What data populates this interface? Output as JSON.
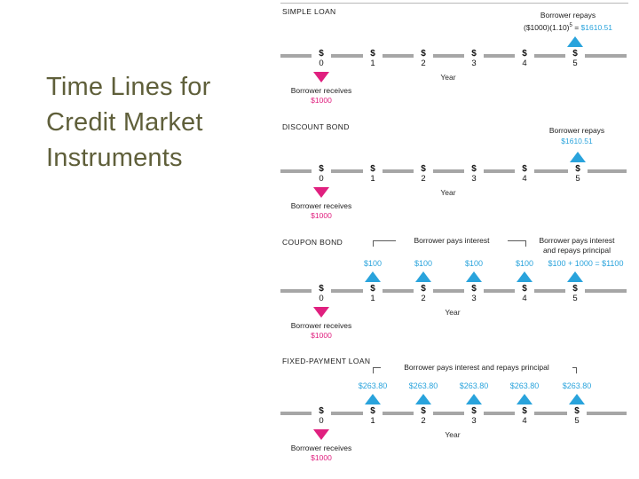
{
  "slide": {
    "title": "Time Lines for\nCredit Market\nInstruments"
  },
  "colors": {
    "title_text": "#5f5f3a",
    "inflow_pink": "#e0207f",
    "outflow_blue": "#29a3dc",
    "axis_gray": "#a6a6a6"
  },
  "figure": {
    "axis_labels": {
      "dollar": "$",
      "years": [
        "0",
        "1",
        "2",
        "3",
        "4",
        "5"
      ],
      "axis_caption": "Year"
    },
    "panels": [
      {
        "id": "simple-loan",
        "title": "SIMPLE LOAN",
        "receives_label": "Borrower receives",
        "receives_amount": "$1000",
        "repay_label": "Borrower repays",
        "repay_formula_prefix": "($1000)(1.10)",
        "repay_formula_exponent": "5",
        "repay_formula_equals": " = ",
        "repay_amount": "$1610.51"
      },
      {
        "id": "discount-bond",
        "title": "DISCOUNT BOND",
        "receives_label": "Borrower receives",
        "receives_amount": "$1000",
        "repay_label": "Borrower repays",
        "repay_amount": "$1610.51"
      },
      {
        "id": "coupon-bond",
        "title": "COUPON BOND",
        "receives_label": "Borrower receives",
        "receives_amount": "$1000",
        "bracket_label": "Borrower pays interest",
        "final_label_line1": "Borrower pays interest",
        "final_label_line2": "and repays principal",
        "payments": [
          "$100",
          "$100",
          "$100",
          "$100",
          "$100 + 1000 = $1100"
        ]
      },
      {
        "id": "fixed-payment-loan",
        "title": "FIXED-PAYMENT LOAN",
        "receives_label": "Borrower receives",
        "receives_amount": "$1000",
        "bracket_label": "Borrower pays interest and repays principal",
        "payments": [
          "$263.80",
          "$263.80",
          "$263.80",
          "$263.80",
          "$263.80"
        ]
      }
    ]
  }
}
